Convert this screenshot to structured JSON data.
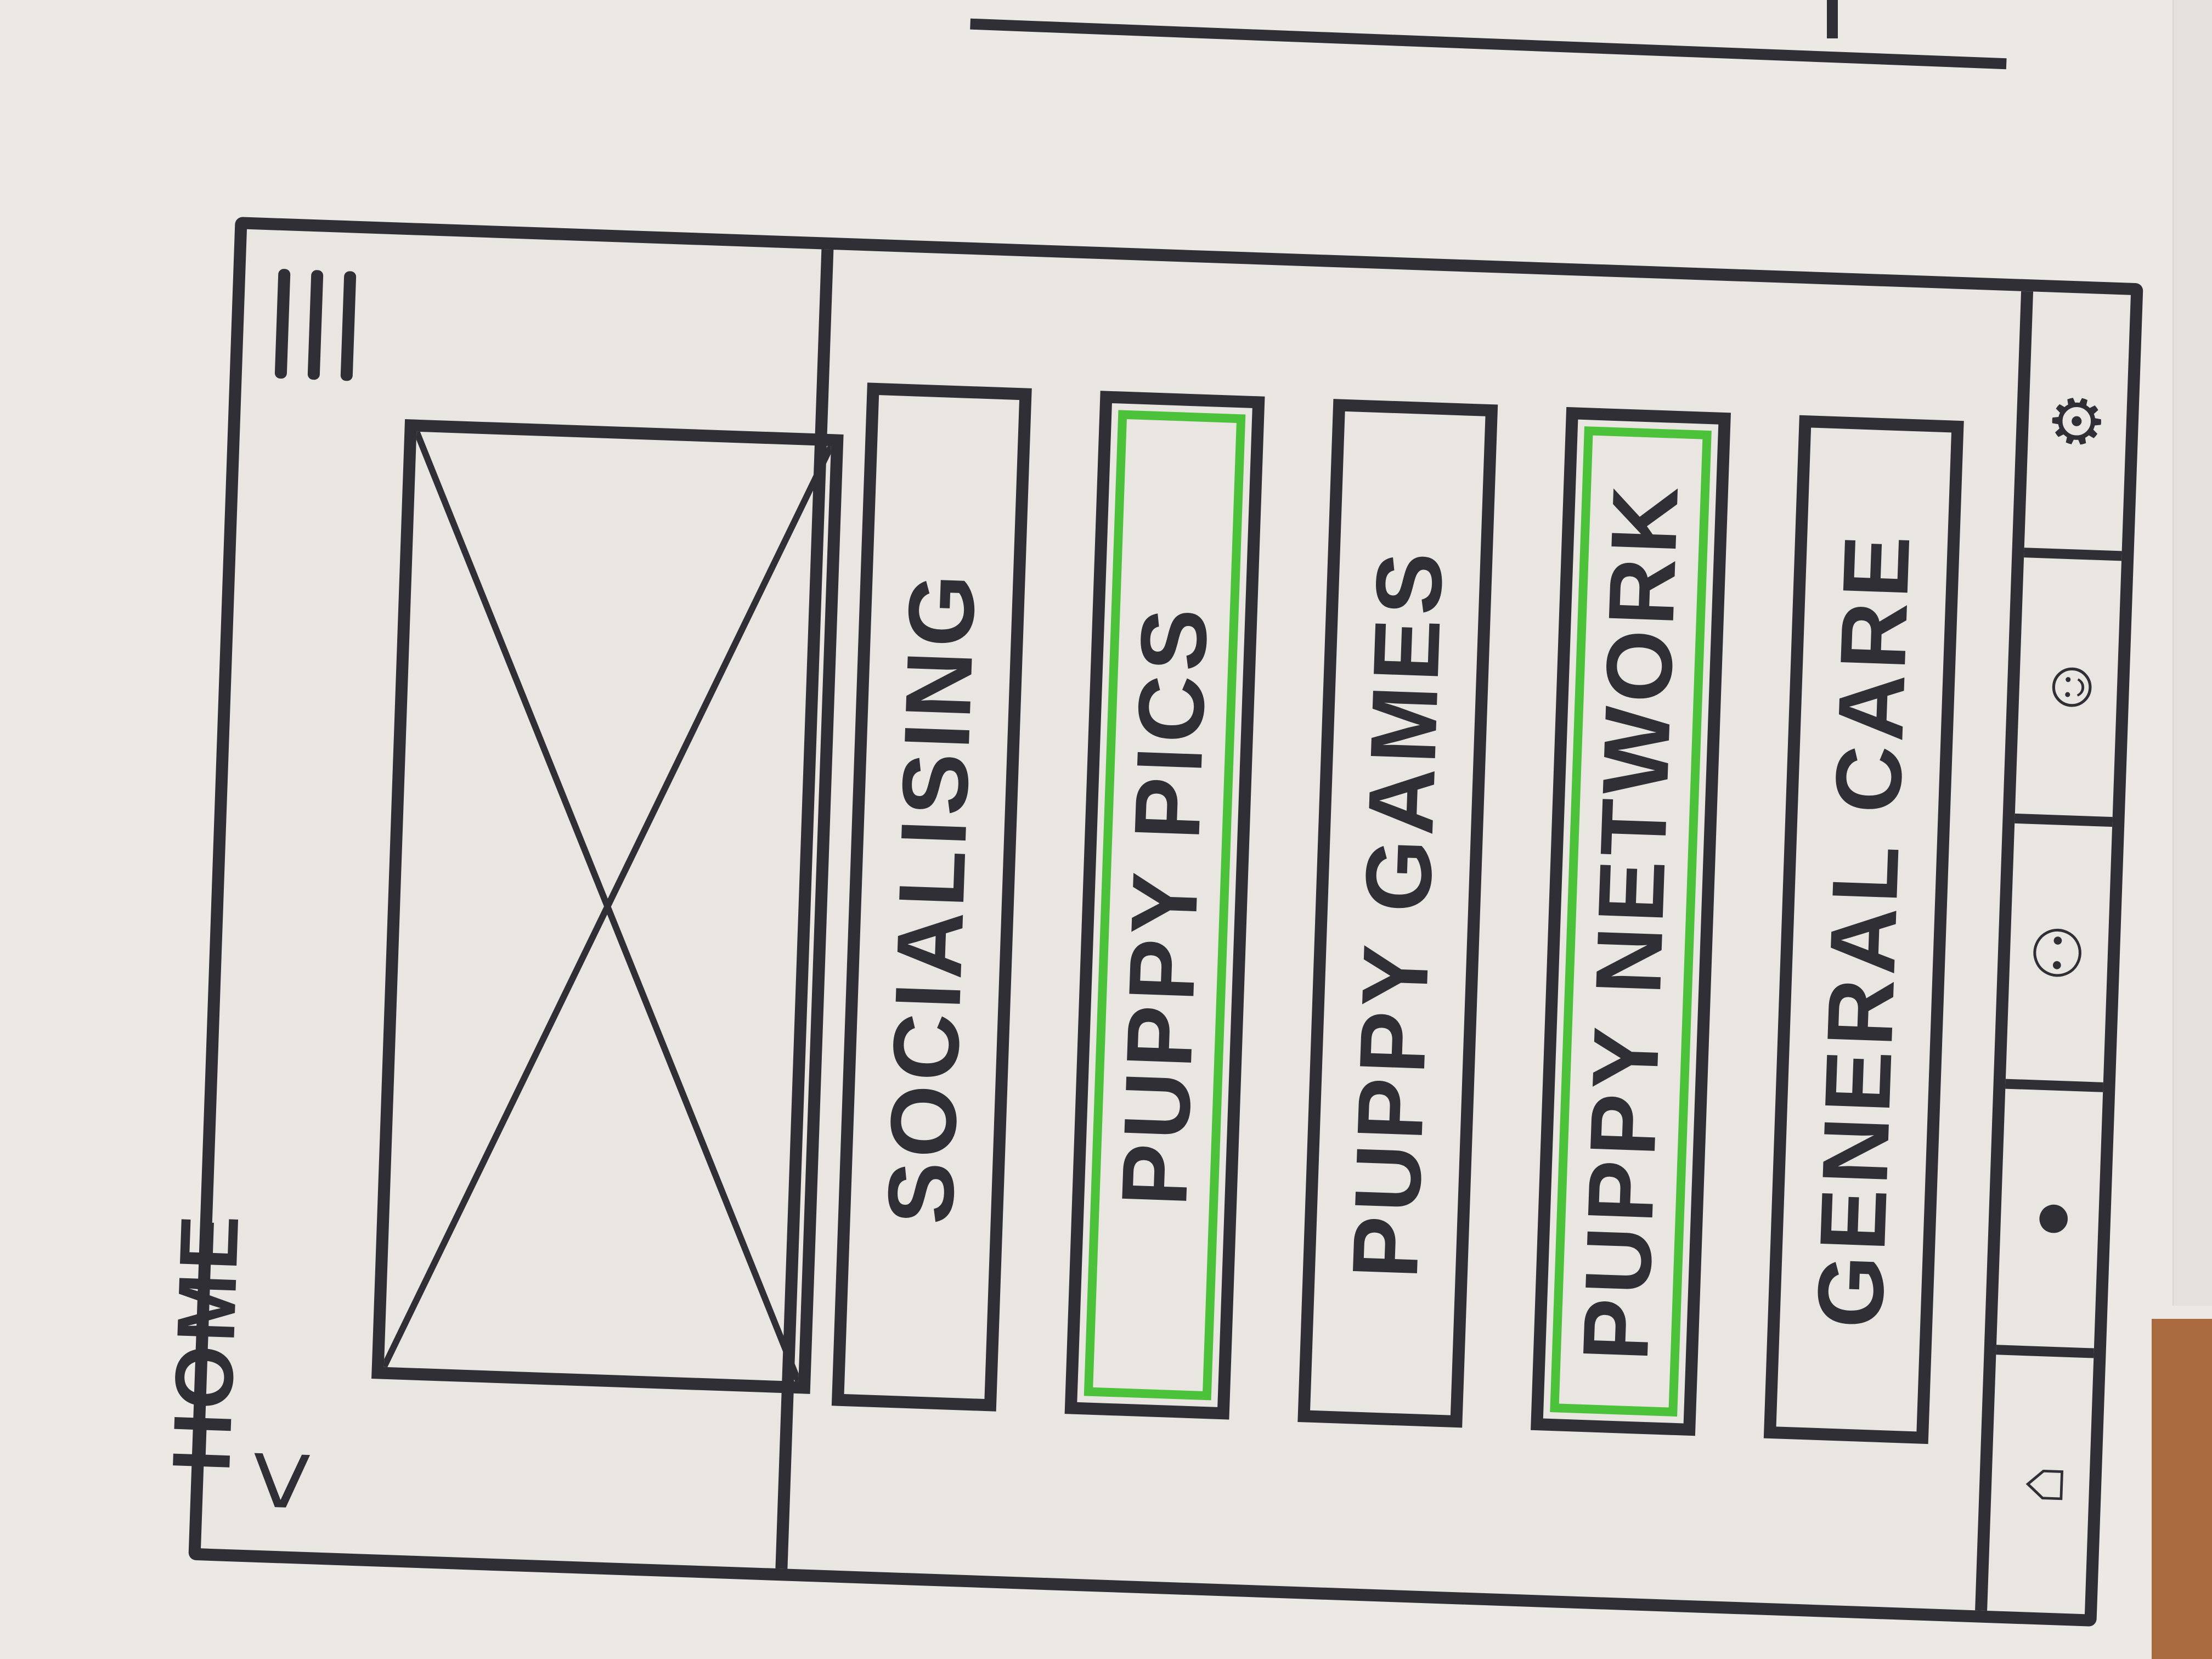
{
  "page": {
    "title": "HOME"
  },
  "header": {
    "back_glyph": "<",
    "menu_icon": "hamburger-icon"
  },
  "image": {
    "icon": "image-placeholder-icon"
  },
  "categories": [
    {
      "label": "SOCIALISING",
      "highlighted": false
    },
    {
      "label": "PUPPY PICS",
      "highlighted": true
    },
    {
      "label": "PUPPY GAMES",
      "highlighted": false
    },
    {
      "label": "PUPPY NETWORK",
      "highlighted": true
    },
    {
      "label": "GENERAL CARE",
      "highlighted": false
    }
  ],
  "tabbar": {
    "tabs": [
      {
        "icon": "home-icon",
        "glyph": "⌂"
      },
      {
        "icon": "profile-icon",
        "glyph": "●"
      },
      {
        "icon": "people-icon",
        "glyph": "⚇"
      },
      {
        "icon": "chat-icon",
        "glyph": "☺"
      },
      {
        "icon": "settings-icon",
        "glyph": "⚙"
      }
    ]
  },
  "colors": {
    "ink": "#2f2f35",
    "highlight": "#4cc23b",
    "paper": "#ece9e5"
  }
}
